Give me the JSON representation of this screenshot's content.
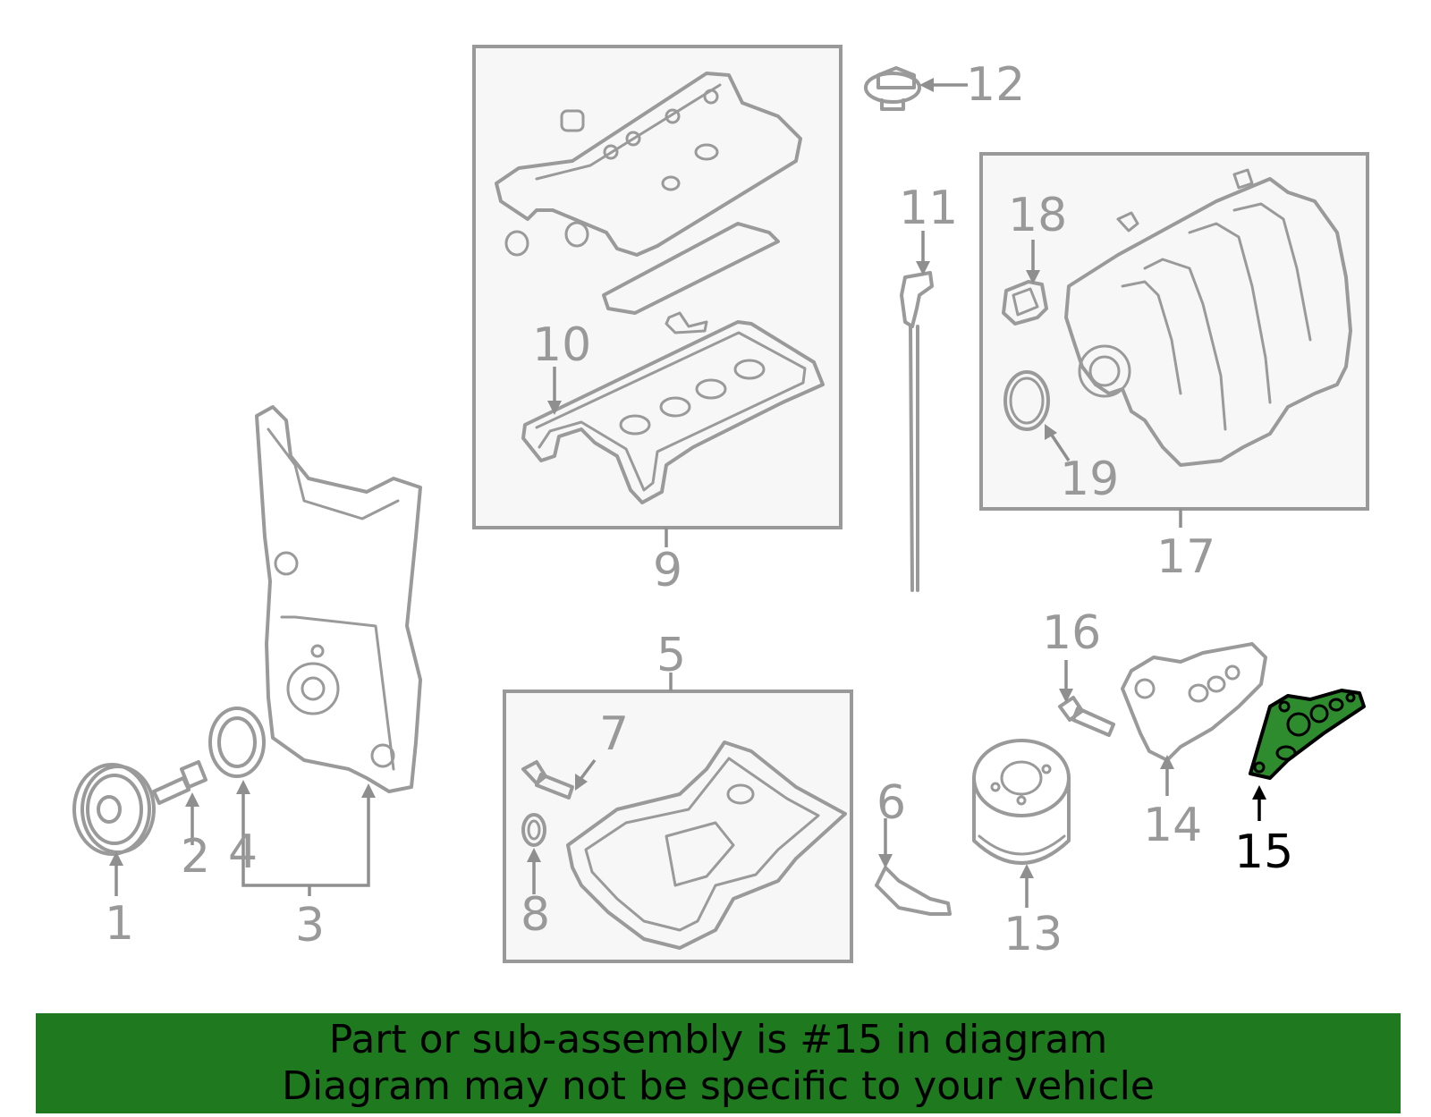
{
  "callouts": {
    "n1": "1",
    "n2": "2",
    "n3": "3",
    "n4": "4",
    "n5": "5",
    "n6": "6",
    "n7": "7",
    "n8": "8",
    "n9": "9",
    "n10": "10",
    "n11": "11",
    "n12": "12",
    "n13": "13",
    "n14": "14",
    "n15": "15",
    "n16": "16",
    "n17": "17",
    "n18": "18",
    "n19": "19"
  },
  "highlighted_part": "15",
  "banner": {
    "line1": "Part or sub-assembly is #15 in diagram",
    "line2": "Diagram may not be specific to your vehicle"
  },
  "colors": {
    "banner_bg": "#1f7a1f",
    "highlight_fill": "#2e8b2e",
    "part_stroke": "#9a9a9a",
    "label_gray": "#999999",
    "label_highlight": "#000000"
  }
}
